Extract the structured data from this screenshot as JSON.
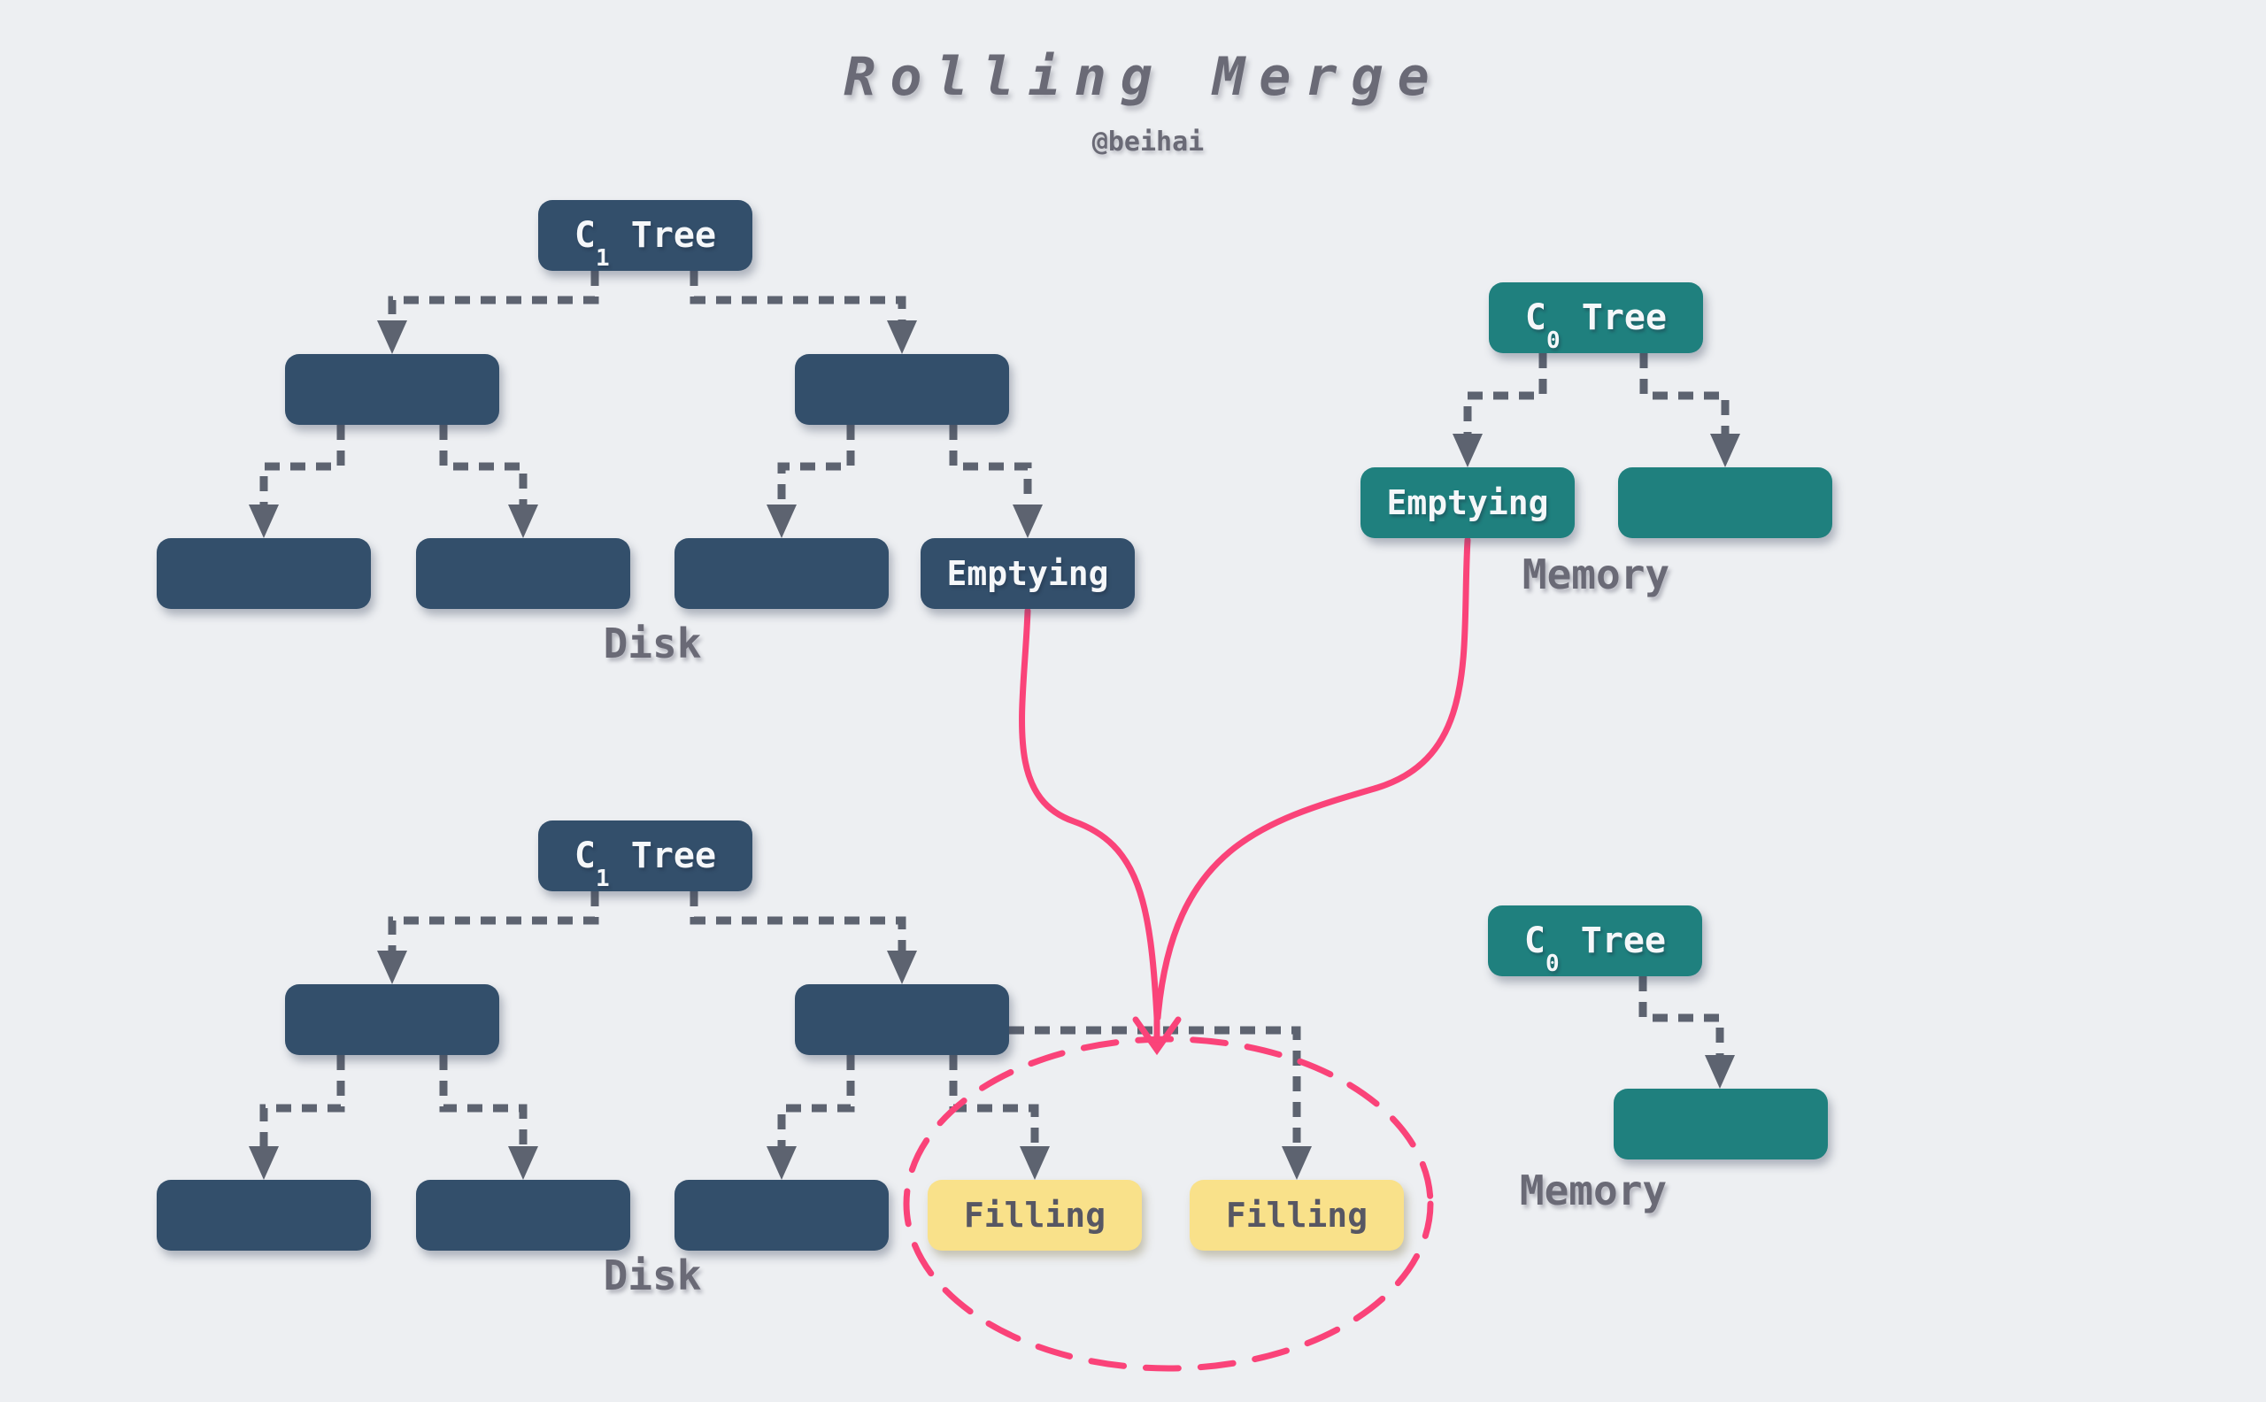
{
  "title": "Rolling Merge",
  "subtitle": "@beihai",
  "labels": {
    "c1_tree": {
      "base": "C",
      "sub": "1",
      "rest": " Tree"
    },
    "c0_tree": {
      "base": "C",
      "sub": "0",
      "rest": " Tree"
    },
    "emptying": "Emptying",
    "filling": "Filling",
    "disk": "Disk",
    "memory": "Memory"
  },
  "colors": {
    "background": "#edeff2",
    "disk_node": "#334f6b",
    "memory_node": "#1f807e",
    "filling_node": "#f9e18a",
    "filling_text": "#575763",
    "label_text": "#6a6a76",
    "edge": "#5d6370",
    "merge_flow_pink": "#fa4379"
  }
}
